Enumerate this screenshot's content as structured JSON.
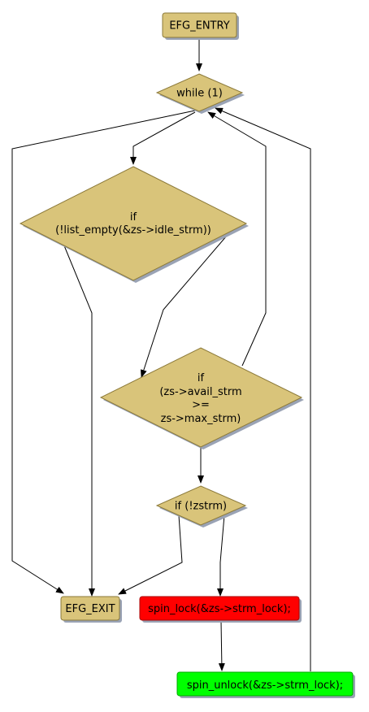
{
  "colors": {
    "node_fill": "#d9c47a",
    "node_stroke": "#8c7a3a",
    "shadow": "#9aa3b5",
    "lock_fill": "#ff0000",
    "unlock_fill": "#00ff00",
    "edge": "#000000"
  },
  "nodes": {
    "entry": {
      "label": "EFG_ENTRY"
    },
    "while": {
      "label": "while (1)"
    },
    "if_list_empty": {
      "lines": [
        "if",
        "(!list_empty(&zs->idle_strm))"
      ]
    },
    "if_avail": {
      "lines": [
        "if",
        "(zs->avail_strm",
        ">=",
        "zs->max_strm)"
      ]
    },
    "if_zstrm": {
      "label": "if (!zstrm)"
    },
    "exit": {
      "label": "EFG_EXIT"
    },
    "spin_lock": {
      "label": "spin_lock(&zs->strm_lock);"
    },
    "spin_unlock": {
      "label": "spin_unlock(&zs->strm_lock);"
    }
  }
}
